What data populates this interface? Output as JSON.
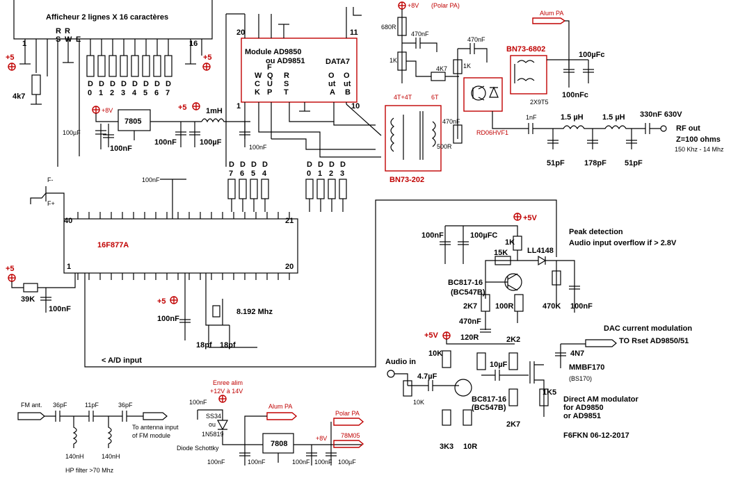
{
  "lcd": {
    "title": "Afficheur 2 lignes X  16 caractères",
    "pin1": "1",
    "pin16": "16",
    "rs": "R\nS",
    "rw": "R\nW",
    "e": "E",
    "pot": "4k7",
    "vplus": "+5",
    "vplus2": "+5"
  },
  "lcd_data": [
    "D\n0",
    "D\n1",
    "D\n2",
    "D\n3",
    "D\n4",
    "D\n5",
    "D\n6",
    "D\n7"
  ],
  "dds": {
    "title": "Module  AD9850",
    "title2": "ou AD9851",
    "data7": "DATA7",
    "pin20": "20",
    "pin11": "11",
    "pin1": "1",
    "pin10": "10",
    "w": "W\nC\nK",
    "f": "F\nQ\nU\nP",
    "r": "R\nS\nT",
    "outa": "Out\nA",
    "outb": "Out\nB"
  },
  "power_top": {
    "vplus8": "+8V",
    "reg": "7805",
    "c1": "100µF",
    "c2": "100nF",
    "c3": "100nF",
    "c4": "100µF",
    "vplus5": "+5",
    "ind": "1mH",
    "c5": "100nF"
  },
  "pa": {
    "polar": "(Polar PA)",
    "vplus8": "+8V",
    "r680": "680R",
    "c470": "470nF",
    "r1k": "1K",
    "c470b": "470nF",
    "r4k7": "4K7",
    "r1k2": "1K",
    "bn1": "BN73-6802",
    "alum": "Alum PA",
    "c100uf": "100µFc",
    "c100nf": "100nFc",
    "t2x9": "2X9T5",
    "t44": "4T+4T",
    "t6": "6T",
    "bn2": "BN73-202",
    "c470c": "470nF",
    "r500": "500R",
    "rd06": "RD06HVF1"
  },
  "filter": {
    "c1": "1nF",
    "l1": "1.5 µH",
    "l2": "1.5 µH",
    "c330": "330nF 630V",
    "rfout": "RF out",
    "z": "Z=100 ohms",
    "range": "150 Khz - 14 Mhz",
    "c51a": "51pF",
    "c178": "178pF",
    "c51b": "51pF"
  },
  "pic": {
    "name": "16F877A",
    "pin40": "40",
    "pin1": "1",
    "pin21": "21",
    "pin20": "20",
    "fminus": "F-",
    "fplus": "F+",
    "c100n": "100nF",
    "r39k": "39K",
    "c100n2": "100nF",
    "vplus5": "+5",
    "vplus5b": "+5",
    "c100n3": "100nF",
    "xtal": "8.192 Mhz",
    "c18a": "18pf",
    "c18b": "18pf",
    "ad": "< A/D input"
  },
  "pic_data_a": [
    "D\n7",
    "D\n6",
    "D\n5",
    "D\n4"
  ],
  "pic_data_b": [
    "D\n0",
    "D\n1",
    "D\n2",
    "D\n3"
  ],
  "peak": {
    "title": "Peak detection",
    "sub": "Audio input overflow if > 2.8V",
    "vplus5": "+5V",
    "c100n": "100nF",
    "c100u": "100µFC",
    "r1k": "1K",
    "r15k": "15K",
    "diode": "LL4148",
    "bc": "BC817-16",
    "bc2": "(BC547B)",
    "r2k7": "2K7",
    "r100": "100R",
    "r470k": "470K",
    "c100n2": "100nF",
    "c470": "470nF"
  },
  "am": {
    "dac": "DAC current modulation",
    "to": "TO Rset AD9850/51",
    "vplus5": "+5V",
    "r120": "120R",
    "r2k2": "2K2",
    "c4n7": "4N7",
    "r10k": "10K",
    "audio": "Audio in",
    "c47": "4.7µF",
    "c10u": "10µF",
    "mmbf": "MMBF170",
    "bs": "(BS170)",
    "pot10k": "10K",
    "bc": "BC817-16",
    "bc2": "(BC547B)",
    "r1k5": "1K5",
    "r3k3": "3K3",
    "r10r": "10R",
    "r2k7": "2K7",
    "direct": "Direct AM modulator",
    "for1": "for AD9850",
    "for2": "or AD9851",
    "sig": "F6FKN 06-12-2017"
  },
  "fm": {
    "ant": "FM ant.",
    "c36a": "36pF",
    "c11": "11pF",
    "c36b": "36pF",
    "to1": "To antenna input",
    "to2": "of FM module",
    "l1": "140nH",
    "l2": "140nH",
    "hp": "HP filter >70 Mhz"
  },
  "supply": {
    "c100": "100nF",
    "entree": "Enree alim",
    "range": "+12V à 14V",
    "ss34": "SS34",
    "ou": "ou",
    "n5819": "1N5819",
    "diode": "Diode Schottky",
    "alum": "Alum PA",
    "reg": "7808",
    "polar": "Polar PA",
    "v8": "+8V",
    "m05": "78M05",
    "c100a": "100nF",
    "c100b": "100nF",
    "c100c": "100nF",
    "c100d": "100nF",
    "c100u": "100µF"
  },
  "colors": {
    "red": "#c00000"
  }
}
